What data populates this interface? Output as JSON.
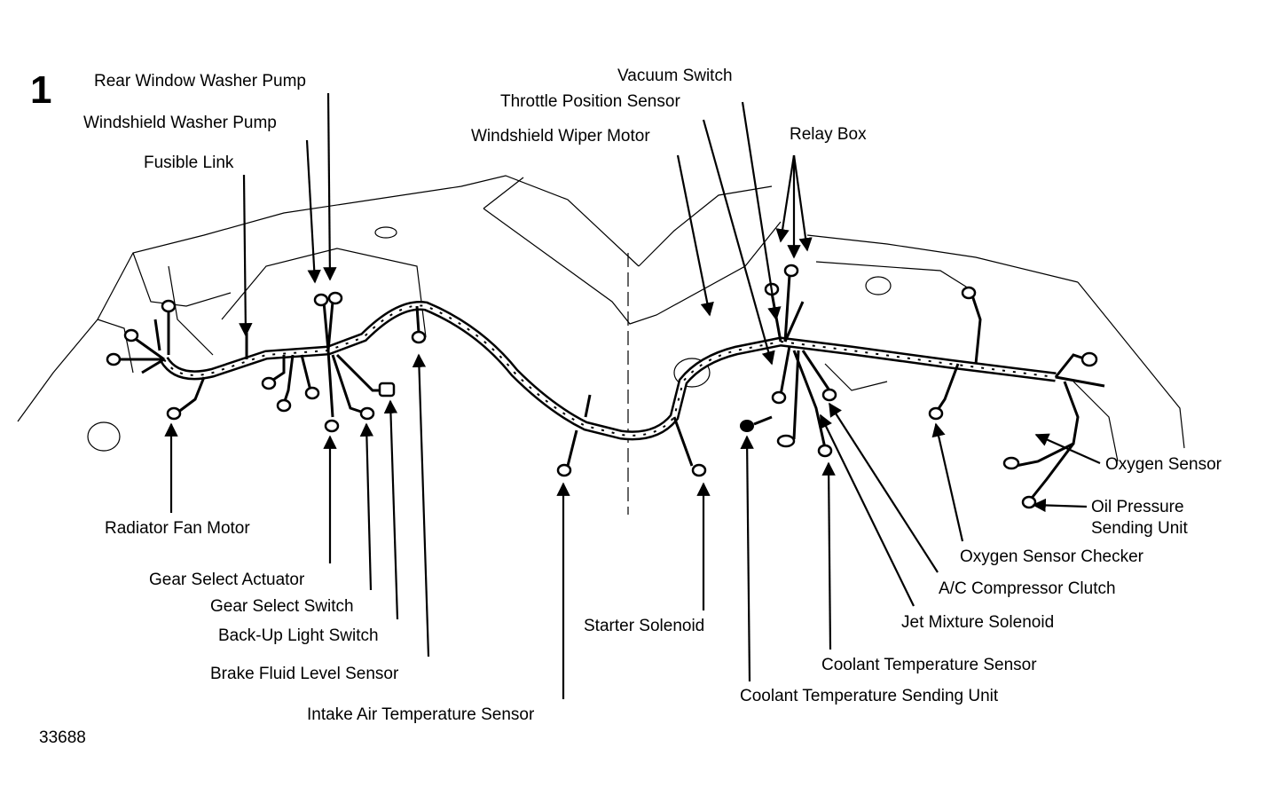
{
  "figure": {
    "number": "1",
    "id": "33688"
  },
  "labels": {
    "rear_window_washer_pump": "Rear Window Washer Pump",
    "windshield_washer_pump": "Windshield Washer Pump",
    "fusible_link": "Fusible Link",
    "radiator_fan_motor": "Radiator Fan Motor",
    "gear_select_actuator": "Gear Select Actuator",
    "gear_select_switch": "Gear Select Switch",
    "backup_light_switch": "Back-Up Light Switch",
    "brake_fluid_level_sensor": "Brake Fluid Level Sensor",
    "intake_air_temperature_sensor": "Intake Air Temperature Sensor",
    "starter_solenoid": "Starter Solenoid",
    "vacuum_switch": "Vacuum Switch",
    "throttle_position_sensor": "Throttle Position Sensor",
    "windshield_wiper_motor": "Windshield Wiper Motor",
    "relay_box": "Relay Box",
    "oxygen_sensor": "Oxygen Sensor",
    "oil_pressure_sending_unit_1": "Oil Pressure",
    "oil_pressure_sending_unit_2": "Sending Unit",
    "oxygen_sensor_checker": "Oxygen Sensor Checker",
    "ac_compressor_clutch": "A/C Compressor Clutch",
    "jet_mixture_solenoid": "Jet Mixture Solenoid",
    "coolant_temperature_sensor": "Coolant Temperature Sensor",
    "coolant_temperature_sending_unit": "Coolant Temperature Sending Unit"
  }
}
